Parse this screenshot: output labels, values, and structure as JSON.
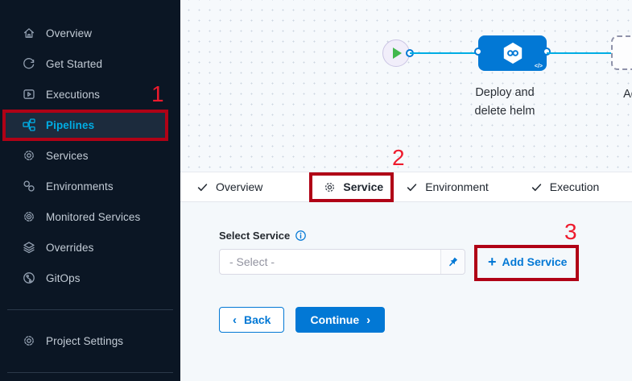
{
  "colors": {
    "accent_blue": "#0278d5",
    "edge_cyan": "#00ade4",
    "annotation_box": "#b00216",
    "annotation_number": "#ee1b2d",
    "sidebar_bg": "#0b1624"
  },
  "sidebar": {
    "items": [
      {
        "label": "Overview"
      },
      {
        "label": "Get Started"
      },
      {
        "label": "Executions"
      },
      {
        "label": "Pipelines",
        "active": true
      },
      {
        "label": "Services"
      },
      {
        "label": "Environments"
      },
      {
        "label": "Monitored Services"
      },
      {
        "label": "Overrides"
      },
      {
        "label": "GitOps"
      }
    ],
    "footer_item": {
      "label": "Project Settings"
    }
  },
  "canvas": {
    "stage_name": "Deploy and delete helm",
    "add_stage_label": "Add Stage",
    "code_glyph": "</>"
  },
  "tabs": [
    {
      "label": "Overview",
      "icon": "check"
    },
    {
      "label": "Service",
      "icon": "gear",
      "active": true
    },
    {
      "label": "Environment",
      "icon": "check"
    },
    {
      "label": "Execution",
      "icon": "check"
    }
  ],
  "service_form": {
    "label": "Select Service",
    "placeholder": "- Select -",
    "plus": "+",
    "add_service": "Add Service"
  },
  "buttons": {
    "back_chevron": "‹",
    "back": "Back",
    "continue": "Continue",
    "continue_chevron": "›"
  },
  "annotations": {
    "step1": "1",
    "step2": "2",
    "step3": "3"
  }
}
